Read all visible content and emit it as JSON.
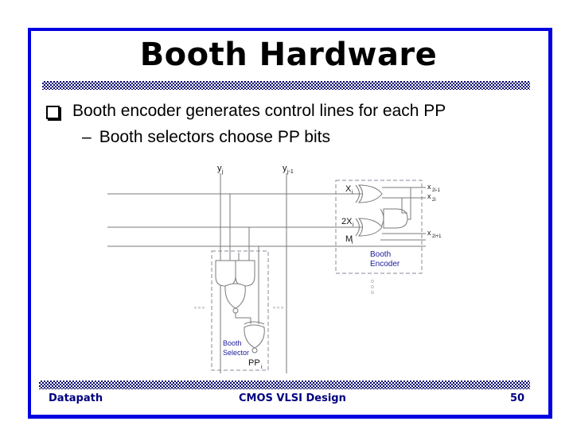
{
  "slide": {
    "title": "Booth Hardware",
    "bullets": [
      {
        "text": "Booth encoder generates control lines for each PP",
        "subbullets": [
          "Booth selectors choose PP bits"
        ]
      }
    ],
    "sub_dash": "–"
  },
  "diagram": {
    "top_labels": {
      "yj": "y",
      "yj_sub": "j",
      "yj1": "y",
      "yj1_sub": "j-1"
    },
    "encoder_inputs": [
      {
        "label": "X",
        "sub": "i"
      },
      {
        "label": "2X",
        "sub": "i"
      },
      {
        "label": "M",
        "sub": "i"
      }
    ],
    "encoder_outputs": [
      {
        "label": "x",
        "sub": "2i-1"
      },
      {
        "label": "x",
        "sub": "2i"
      },
      {
        "label": "x",
        "sub": "2i+1"
      }
    ],
    "encoder_caption": [
      "Booth",
      "Encoder"
    ],
    "selector_caption": [
      "Booth",
      "Selector"
    ],
    "selector_output": {
      "label": "PP",
      "sub": "i"
    },
    "ellipsis": "∘∘∘",
    "colors": {
      "wire": "#7a7a7a",
      "caption": "#1a1a9a",
      "box": "#8a8a9a"
    }
  },
  "footer": {
    "left": "Datapath",
    "center": "CMOS VLSI Design",
    "page": "50"
  },
  "colors": {
    "frame": "#0000e0",
    "footer_text": "#000080",
    "checker": "#000070"
  }
}
